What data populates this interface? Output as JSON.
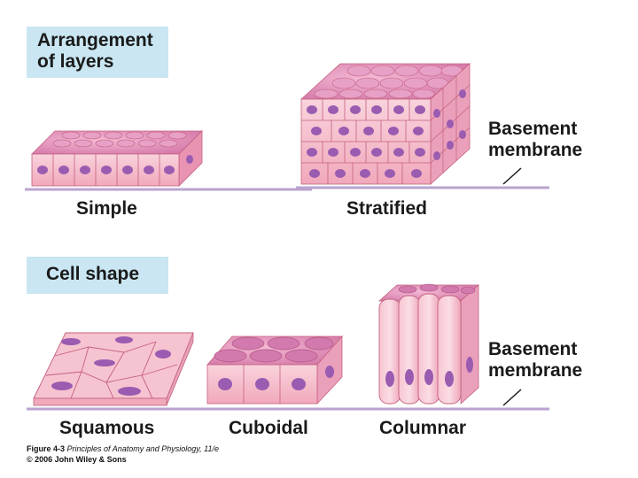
{
  "sections": {
    "arrangement": {
      "title_line1": "Arrangement",
      "title_line2": "of layers"
    },
    "shape": {
      "title": "Cell shape"
    }
  },
  "labels": {
    "simple": "Simple",
    "stratified": "Stratified",
    "squamous": "Squamous",
    "cuboidal": "Cuboidal",
    "columnar": "Columnar",
    "basement_top_1": "Basement",
    "basement_top_2": "membrane",
    "basement_bottom_1": "Basement",
    "basement_bottom_2": "membrane"
  },
  "caption": {
    "figure_prefix": "Figure 4-3",
    "figure_text": "Principles of Anatomy and Physiology, 11/e",
    "copyright": "© 2006 John Wiley & Sons"
  },
  "colors": {
    "cell_fill": "#f3b4c4",
    "cell_light": "#f9d3dc",
    "cell_stroke": "#c4607e",
    "nucleus": "#9a5cb0",
    "top_face": "#e89cc0",
    "membrane": "#b9a3cf",
    "section_box": "#c9e6f2"
  }
}
